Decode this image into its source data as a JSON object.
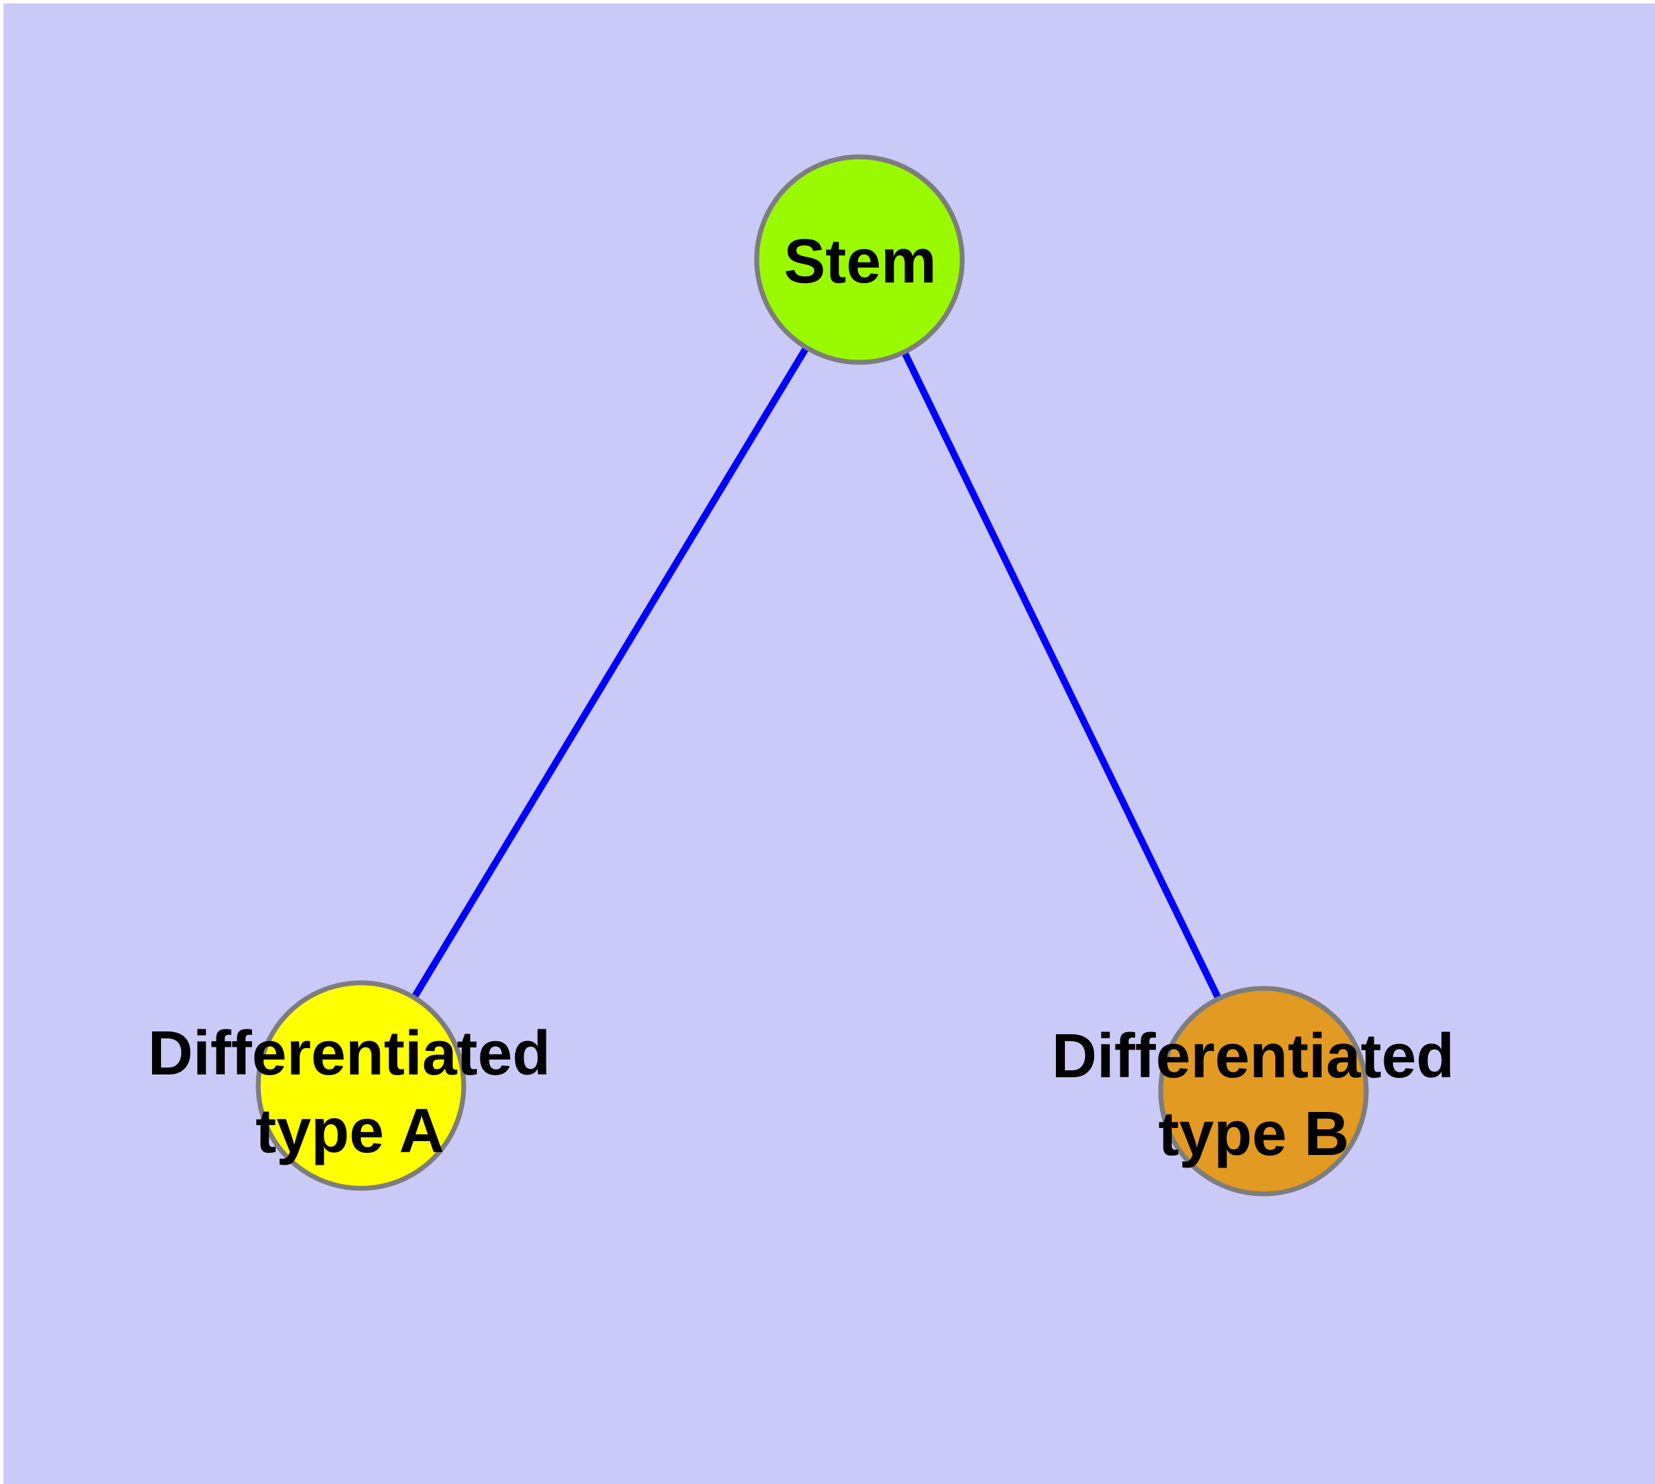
{
  "canvas": {
    "background_color": "#CACAF8",
    "margin_color": "#FFFFFF"
  },
  "text_color": "#000000",
  "edges": {
    "color": "#0000FF",
    "items": [
      {
        "from": "Stem",
        "to": "Differentiated type A"
      },
      {
        "from": "Stem",
        "to": "Differentiated type B"
      }
    ]
  },
  "nodes": {
    "stem": {
      "label": "Stem",
      "fill": "#99FA00",
      "border": "#7D7D7D"
    },
    "diff_a": {
      "line1": "Differentiated",
      "line2": "type A",
      "fill": "#FFFF00",
      "border": "#7D7D7D"
    },
    "diff_b": {
      "line1": "Differentiated",
      "line2": "type B",
      "fill": "#E29A23",
      "border": "#7D7D7D"
    }
  }
}
